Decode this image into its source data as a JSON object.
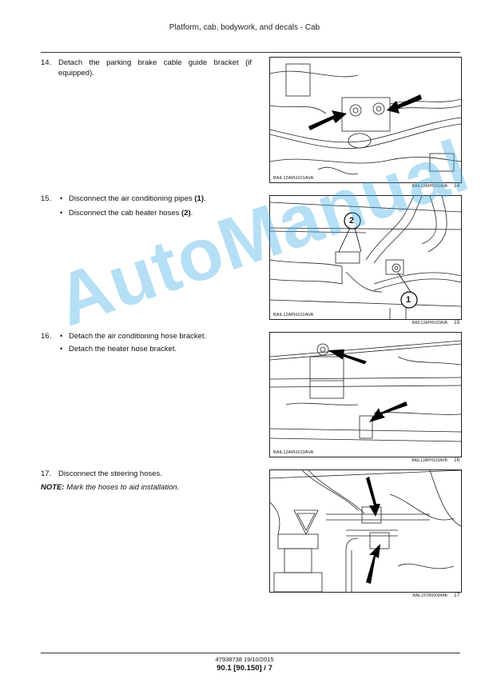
{
  "header": {
    "title": "Platform, cab, bodywork, and decals - Cab"
  },
  "steps": [
    {
      "number": "14.",
      "text": "Detach the parking brake cable guide bracket (if equipped)."
    },
    {
      "number": "15.",
      "bullets": [
        {
          "text": "Disconnect the air conditioning pipes ",
          "ref": "(1)",
          "end": "."
        },
        {
          "text": "Disconnect the cab heater hoses ",
          "ref": "(2)",
          "end": "."
        }
      ]
    },
    {
      "number": "16.",
      "bullets": [
        {
          "text": "Detach the air conditioning hose bracket."
        },
        {
          "text": "Detach the heater hose bracket."
        }
      ]
    },
    {
      "number": "17.",
      "text": "Disconnect the steering hoses.",
      "note_label": "NOTE:",
      "note_text": " Mark the hoses to aid installation."
    }
  ],
  "bullet_symbol": "•",
  "figures": [
    {
      "code": "BAIL12APH101AVA",
      "caption": "BAIL12APH101AVA",
      "number": "14"
    },
    {
      "code": "BAIL12APH102AVA",
      "caption": "BAIL12APH102AVA",
      "number": "15",
      "callouts": [
        "2",
        "1"
      ]
    },
    {
      "code": "BAIL12APH103AVA",
      "caption": "BAIL12APH103AVB",
      "number": "16"
    },
    {
      "code": "",
      "caption": "BAIL15TR00094AB",
      "number": "17"
    }
  ],
  "watermark": "AutoManual",
  "footer": {
    "doc": "47938738 19/10/2015",
    "page": "90.1 [90.150] / 7"
  },
  "colors": {
    "watermark": "#3caae6",
    "line": "#222222"
  }
}
